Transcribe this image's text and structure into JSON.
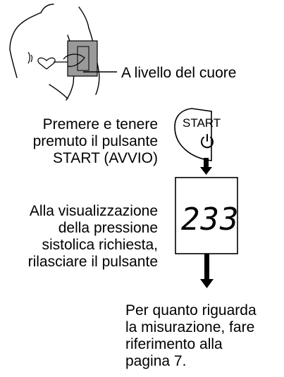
{
  "heart_label": "A livello del cuore",
  "step1": {
    "lines": [
      "Premere e tenere",
      "premuto il pulsante",
      "START (AVVIO)"
    ]
  },
  "button": {
    "label": "START",
    "icon": "power-icon"
  },
  "display": {
    "value": "233"
  },
  "step2": {
    "lines": [
      "Alla visualizzazione",
      "della pressione",
      "sistolica richiesta,",
      "rilasciare il pulsante"
    ]
  },
  "note": {
    "lines": [
      "Per quanto riguarda",
      "la misurazione, fare",
      "riferimento alla",
      "pagina 7."
    ]
  }
}
